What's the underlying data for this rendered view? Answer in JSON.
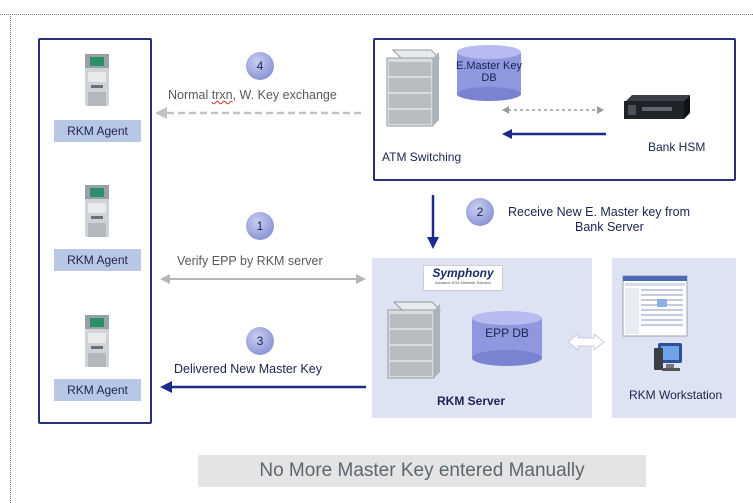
{
  "agents": [
    {
      "label": "RKM Agent"
    },
    {
      "label": "RKM Agent"
    },
    {
      "label": "RKM Agent"
    }
  ],
  "steps": [
    {
      "number": "4",
      "label_pre": "Normal ",
      "label_squiggle": "trxn",
      "label_post": ", W. Key exchange"
    },
    {
      "number": "1",
      "label": "Verify EPP by RKM server"
    },
    {
      "number": "3",
      "label": "Delivered New Master Key"
    },
    {
      "number": "2",
      "label_line1": "Receive New E. Master key from",
      "label_line2": "Bank Server"
    }
  ],
  "atm_switching": {
    "label": "ATM Switching",
    "db_line1": "E.Master Key",
    "db_line2": "DB"
  },
  "bank_hsm": {
    "label": "Bank HSM"
  },
  "rkm_server": {
    "label": "RKM Server",
    "db_label": "EPP DB"
  },
  "symphony": {
    "title": "Symphony",
    "subtitle": "Advance ATM Network Solution"
  },
  "rkm_workstation": {
    "label": "RKM Workstation"
  },
  "banner": "No More Master Key entered Manually",
  "colors": {
    "border": "#2a2f7a",
    "arrow_dark": "#1f2a8c",
    "arrow_gray": "#bdbdbd",
    "panel": "#dde3f3"
  }
}
